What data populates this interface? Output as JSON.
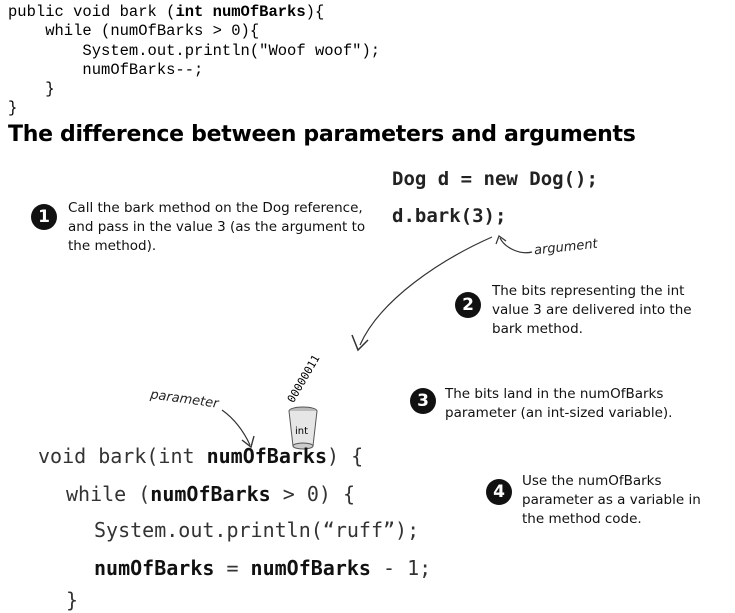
{
  "top_code": {
    "line1_pre": "public void bark (",
    "line1_bold": "int numOfBarks",
    "line1_post": "){",
    "line2": "    while (numOfBarks > 0){",
    "line3": "        System.out.println(\"Woof woof\");",
    "line4": "        numOfBarks--;",
    "line5": "    }",
    "line6": "}"
  },
  "heading": "The difference between parameters and arguments",
  "caller_code": {
    "line1": "Dog d = new Dog();",
    "line2": "d.bark(3);"
  },
  "steps": [
    {
      "number": "1",
      "text": "Call the bark method on the Dog reference, and pass in the value 3 (as the argument to the method)."
    },
    {
      "number": "2",
      "text": "The bits representing the int value 3 are delivered into the bark method."
    },
    {
      "number": "3",
      "text": "The bits land in the numOfBarks parameter (an int-sized variable)."
    },
    {
      "number": "4",
      "text": "Use the numOfBarks parameter as a variable in the method code."
    }
  ],
  "annotations": {
    "argument": "argument",
    "parameter": "parameter",
    "bits": "00000011",
    "cup_label": "int"
  },
  "method_code": {
    "line1_pre": "void bark(int ",
    "line1_param": "numOfBarks",
    "line1_post": ") {",
    "line2_pre": "while (",
    "line2_var": "numOfBarks",
    "line2_post": " > 0) {",
    "line3": "System.out.println(“ruff”);",
    "line4_a": "numOfBarks",
    "line4_mid": " = ",
    "line4_b": "numOfBarks",
    "line4_post": " - 1;",
    "line5": "}"
  }
}
